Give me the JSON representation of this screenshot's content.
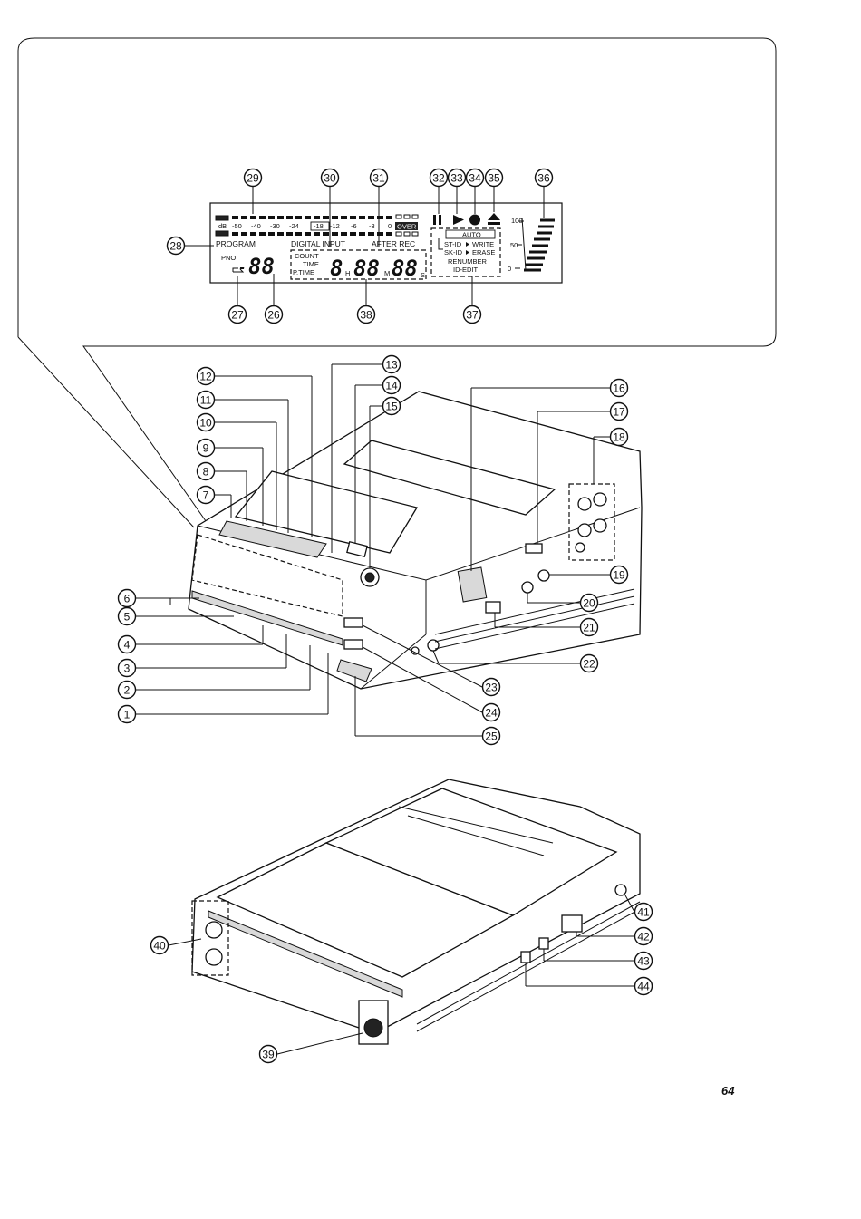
{
  "page_number": "64",
  "lcd": {
    "db_label": "dB",
    "scale": [
      "-50",
      "-40",
      "-30",
      "-24",
      "-18",
      "-12",
      "-6",
      "-3",
      "0"
    ],
    "over_label": "OVER",
    "program": "PROGRAM",
    "digital_input": "DIGITAL INPUT",
    "after_rec": "AFTER REC",
    "pno": "PNO",
    "pno_digits": "88",
    "count": "COUNT",
    "time": "TIME",
    "p_time": "P.TIME",
    "h_digit": "8",
    "h_unit": "H",
    "m_digits": "88",
    "m_unit": "M",
    "s_digits": "88",
    "s_unit": "S",
    "auto": "AUTO",
    "st_id": "ST-ID",
    "write": "WRITE",
    "sk_id": "SK-ID",
    "erase": "ERASE",
    "renumber": "RENUMBER",
    "id_edit": "ID-EDIT",
    "level_100": "100",
    "level_50": "50",
    "level_0": "0"
  },
  "callouts": {
    "c1": "1",
    "c2": "2",
    "c3": "3",
    "c4": "4",
    "c5": "5",
    "c6": "6",
    "c7": "7",
    "c8": "8",
    "c9": "9",
    "c10": "10",
    "c11": "11",
    "c12": "12",
    "c13": "13",
    "c14": "14",
    "c15": "15",
    "c16": "16",
    "c17": "17",
    "c18": "18",
    "c19": "19",
    "c20": "20",
    "c21": "21",
    "c22": "22",
    "c23": "23",
    "c24": "24",
    "c25": "25",
    "c26": "26",
    "c27": "27",
    "c28": "28",
    "c29": "29",
    "c30": "30",
    "c31": "31",
    "c32": "32",
    "c33": "33",
    "c34": "34",
    "c35": "35",
    "c36": "36",
    "c37": "37",
    "c38": "38",
    "c39": "39",
    "c40": "40",
    "c41": "41",
    "c42": "42",
    "c43": "43",
    "c44": "44"
  }
}
